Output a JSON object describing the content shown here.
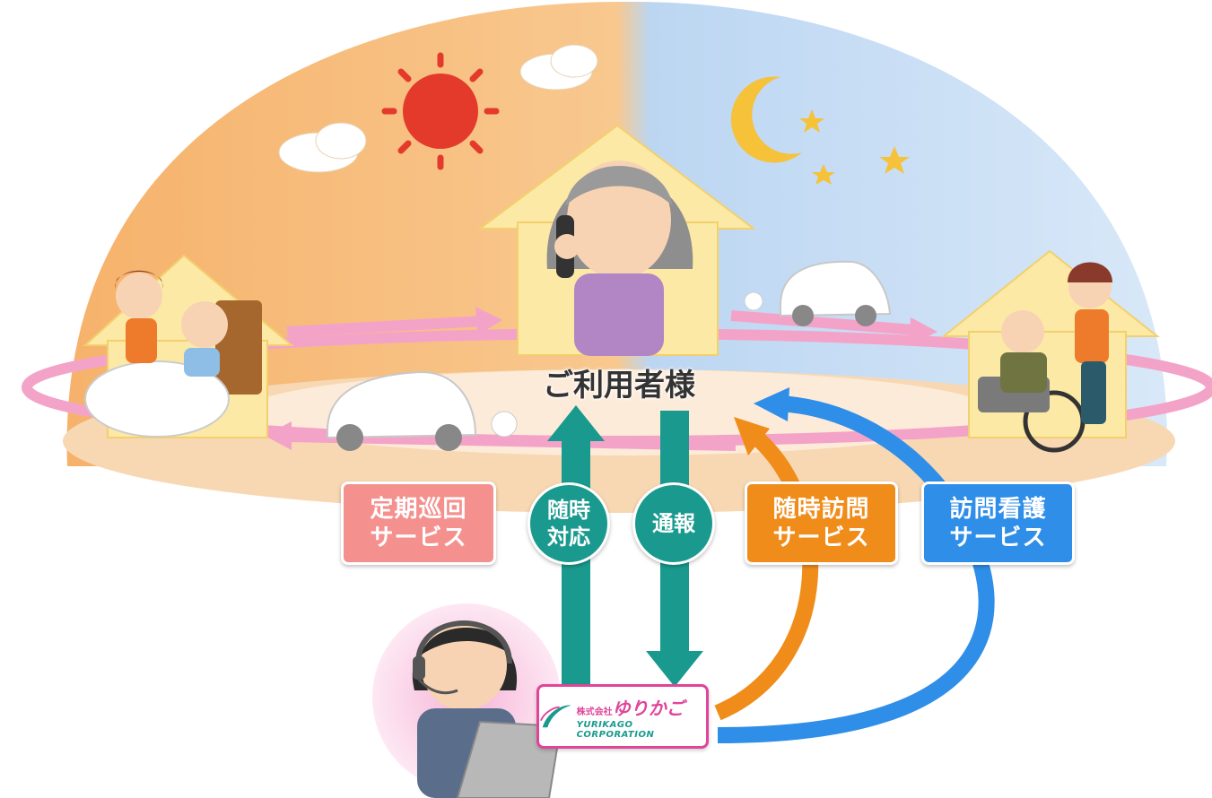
{
  "center_label": "ご利用者様",
  "services": {
    "teiki": {
      "line1": "定期巡回",
      "line2": "サービス",
      "color": "#f4918f"
    },
    "zuiji_houmon": {
      "line1": "随時訪問",
      "line2": "サービス",
      "color": "#f08c1a"
    },
    "houmon_kango": {
      "line1": "訪問看護",
      "line2": "サービス",
      "color": "#2f8ee8"
    }
  },
  "flows": {
    "zuiji_taiou": {
      "line1": "随時",
      "line2": "対応",
      "color": "#1a9a8e"
    },
    "tsuuhou": {
      "line1": "通報"
    }
  },
  "company": {
    "prefix": "株式会社",
    "name": "ゆりかご",
    "english": "YURIKAGO CORPORATION"
  },
  "colors": {
    "ring": "#f4a3c8",
    "house": "#fce9a6",
    "day_sky": "#f6c07c",
    "night_sky": "#cfe2f6",
    "ground": "#f6d2a8"
  },
  "icons": [
    "sun-icon",
    "moon-icon",
    "star-icon",
    "cloud-icon",
    "house-icon",
    "car-icon",
    "headset-icon",
    "laptop-icon",
    "wheelchair-icon",
    "bed-icon"
  ]
}
